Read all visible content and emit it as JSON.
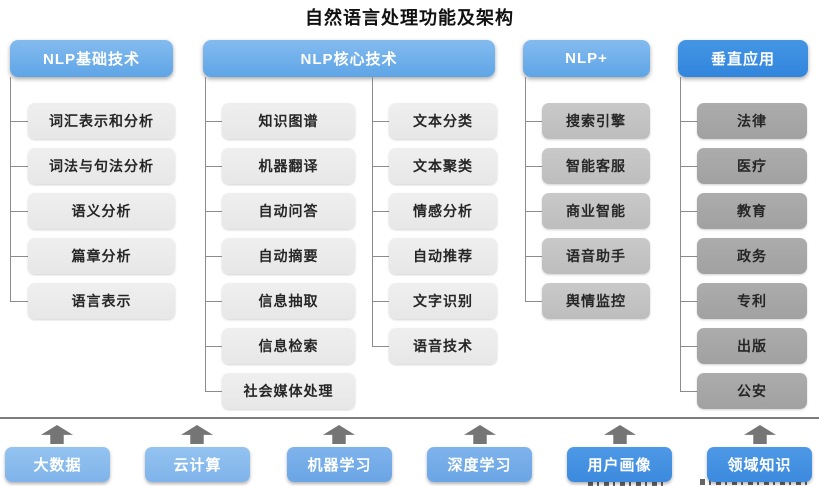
{
  "title": "自然语言处理功能及架构",
  "columns": [
    {
      "header": "NLP基础技术",
      "items": [
        "词汇表示和分析",
        "词法与句法分析",
        "语义分析",
        "篇章分析",
        "语言表示"
      ]
    },
    {
      "header": "NLP核心技术",
      "left": [
        "知识图谱",
        "机器翻译",
        "自动问答",
        "自动摘要",
        "信息抽取",
        "信息检索",
        "社会媒体处理"
      ],
      "right": [
        "文本分类",
        "文本聚类",
        "情感分析",
        "自动推荐",
        "文字识别",
        "语音技术"
      ]
    },
    {
      "header": "NLP+",
      "items": [
        "搜索引擎",
        "智能客服",
        "商业智能",
        "语音助手",
        "舆情监控"
      ]
    },
    {
      "header": "垂直应用",
      "items": [
        "法律",
        "医疗",
        "教育",
        "政务",
        "专利",
        "出版",
        "公安"
      ]
    }
  ],
  "foundation": [
    "大数据",
    "云计算",
    "机器学习",
    "深度学习",
    "用户画像",
    "领域知识"
  ],
  "colors": {
    "header_blue_light": "#6fb0ea",
    "header_blue_dark": "#3e8fe0",
    "item_gray_light": "#ededed",
    "item_gray_mid": "#c4c4c4",
    "item_gray_dark": "#a7a7a7",
    "foundation_blue_light": "#8abcec",
    "foundation_blue_dark": "#4795e3",
    "connector_gray": "#8c8c8c",
    "arrow_gray": "#757575"
  }
}
